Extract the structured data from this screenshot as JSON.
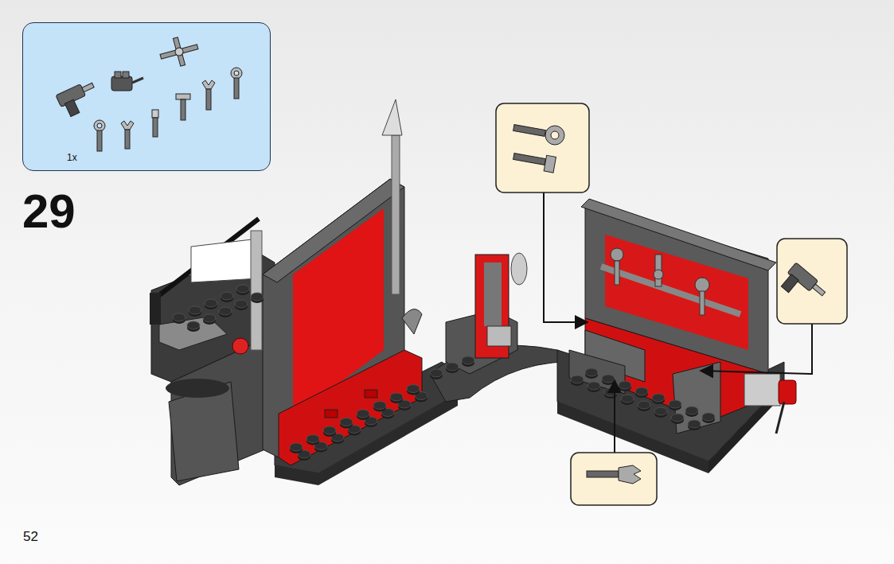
{
  "diagram": {
    "nodes": [
      {
        "text": [
          "1x"
        ]
      }
    ],
    "labels": [
      "29",
      "52"
    ]
  }
}
